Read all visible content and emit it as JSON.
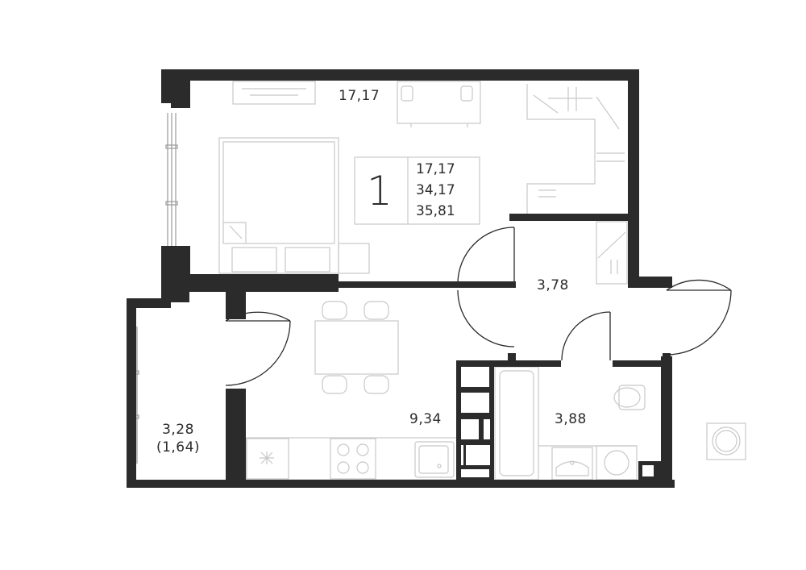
{
  "plan": {
    "apartment": {
      "rooms": "1",
      "area_values": [
        "17,17",
        "34,17",
        "35,81"
      ]
    },
    "spaces": [
      {
        "id": "bedroom",
        "area": "17,17"
      },
      {
        "id": "hallway",
        "area": "3,78"
      },
      {
        "id": "kitchen",
        "area": "9,34"
      },
      {
        "id": "bathroom",
        "area": "3,88"
      },
      {
        "id": "balcony",
        "area": "3,28",
        "reduced_area": "(1,64)"
      }
    ]
  },
  "colors": {
    "wall": "#2b2b2b",
    "furniture_line": "#c8c8c8",
    "window_line": "#9a9a9a",
    "background": "#ffffff"
  }
}
